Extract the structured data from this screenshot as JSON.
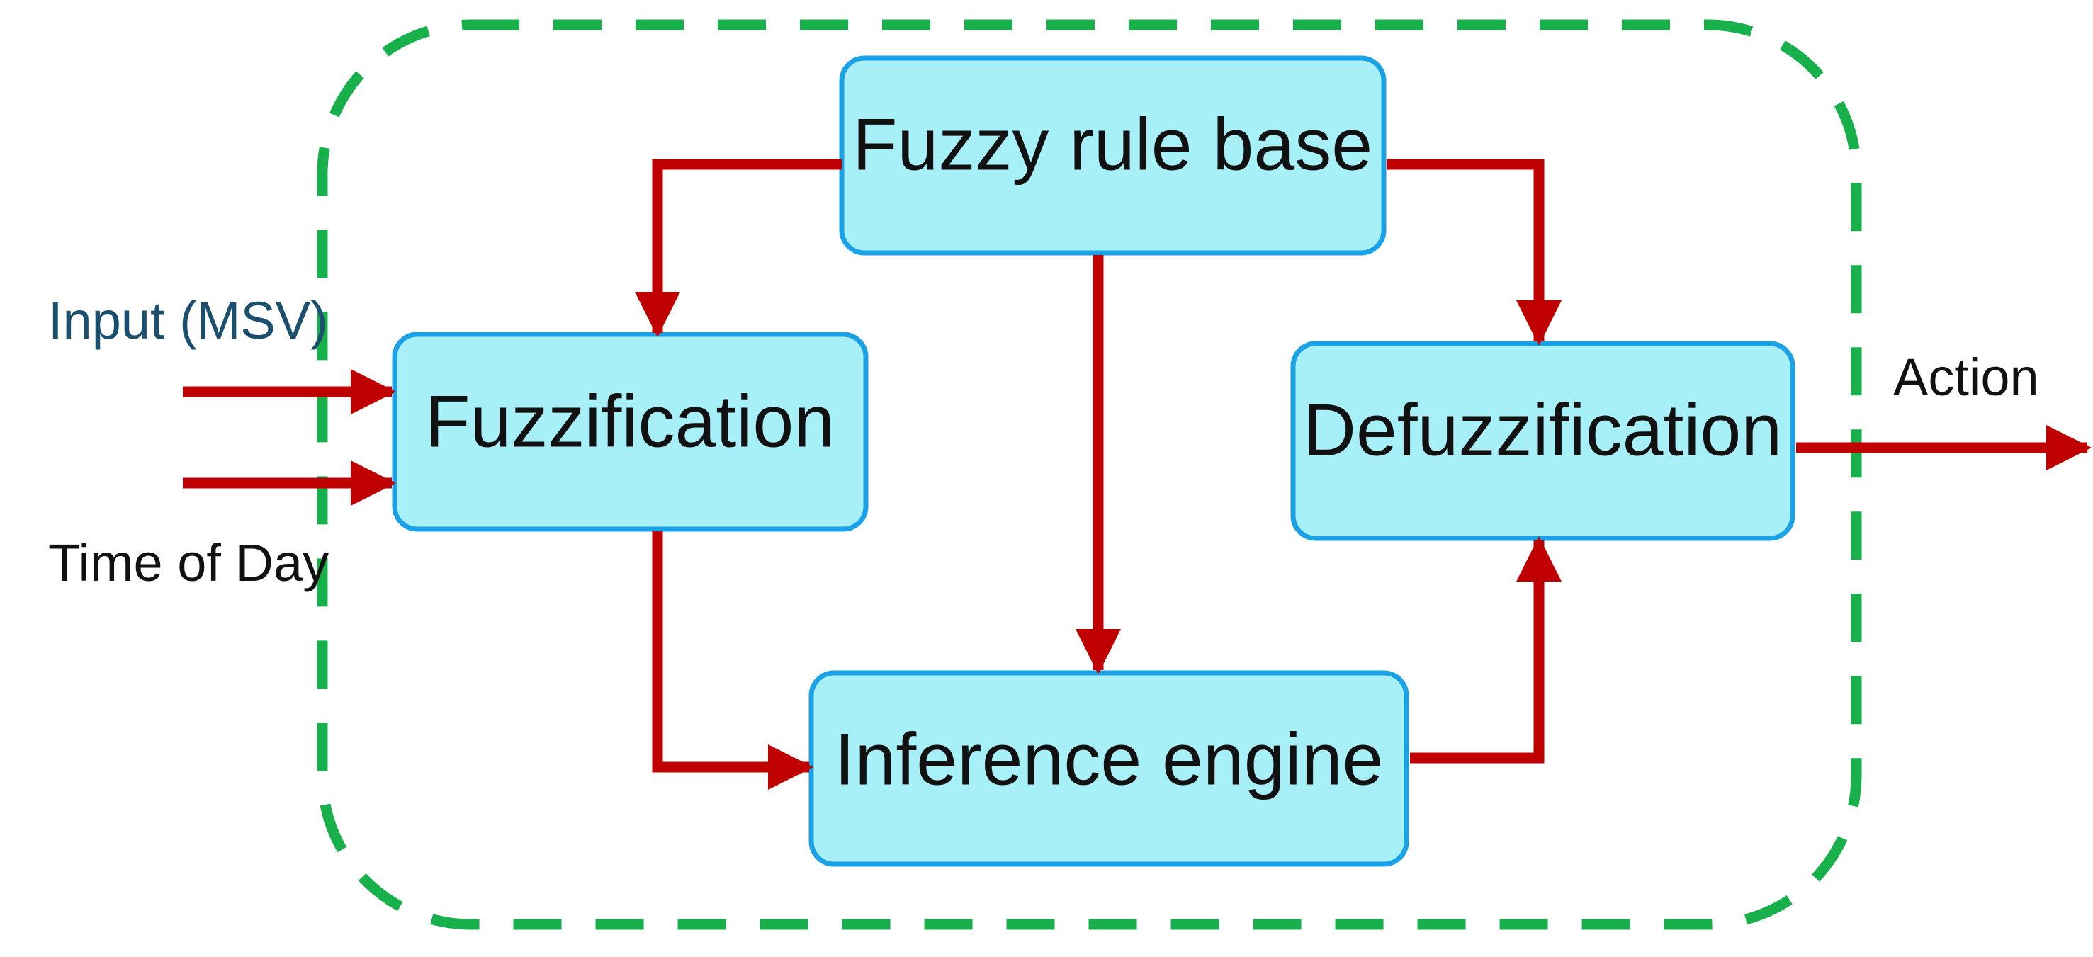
{
  "diagram": {
    "colors": {
      "box_fill": "#a8f0f8",
      "box_border": "#1ba2e6",
      "arrow": "#c00000",
      "boundary": "#17b04a",
      "input_label": "#1b4f6e",
      "text": "#111111"
    },
    "boxes": {
      "rule_base": "Fuzzy rule base",
      "fuzzification": "Fuzzification",
      "inference": "Inference engine",
      "defuzzification": "Defuzzification"
    },
    "inputs": {
      "input_msv": "Input (MSV)",
      "time_of_day": "Time of Day"
    },
    "output": {
      "action": "Action"
    }
  }
}
